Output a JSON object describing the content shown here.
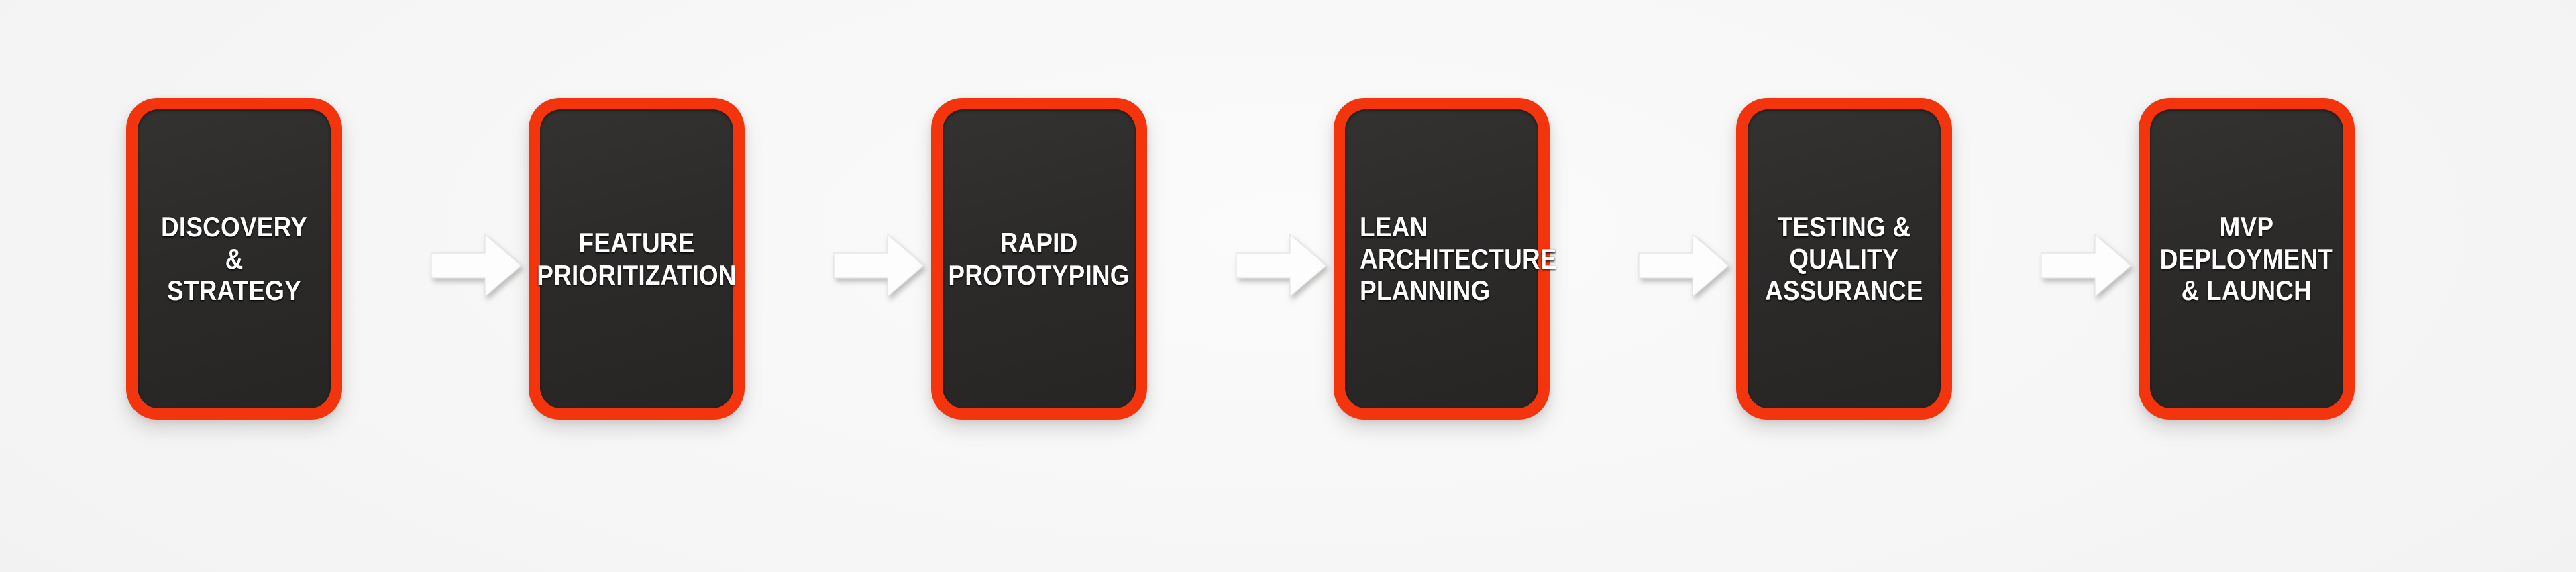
{
  "diagram": {
    "type": "process-flow",
    "orientation": "horizontal",
    "title": "",
    "background_color": "#f7f7f7",
    "box_border_color": "#f4340c",
    "box_fill_color": "#2c2b2a",
    "label_color": "#ffffff",
    "arrow_color": "#fdfdfd",
    "step_count": 6,
    "arrow_count": 5,
    "steps": [
      {
        "index": 1,
        "label": "DISCOVERY\n& STRATEGY",
        "align": "center"
      },
      {
        "index": 2,
        "label": "FEATURE\nPRIORITIZATION",
        "align": "center"
      },
      {
        "index": 3,
        "label": "RAPID\nPROTOTYPING",
        "align": "center"
      },
      {
        "index": 4,
        "label": "LEAN\nARCHITECTURE\nPLANNING",
        "align": "left"
      },
      {
        "index": 5,
        "label": "TESTING &\nQUALITY\nASSURANCE",
        "align": "center"
      },
      {
        "index": 6,
        "label": "MVP\nDEPLOYMENT\n& LAUNCH",
        "align": "center"
      }
    ],
    "connectors": [
      {
        "index": 1,
        "icon": "arrow-right-icon",
        "from": 1,
        "to": 2
      },
      {
        "index": 2,
        "icon": "arrow-right-icon",
        "from": 2,
        "to": 3
      },
      {
        "index": 3,
        "icon": "arrow-right-icon",
        "from": 3,
        "to": 4
      },
      {
        "index": 4,
        "icon": "arrow-right-icon",
        "from": 4,
        "to": 5
      },
      {
        "index": 5,
        "icon": "arrow-right-icon",
        "from": 5,
        "to": 6
      }
    ]
  }
}
